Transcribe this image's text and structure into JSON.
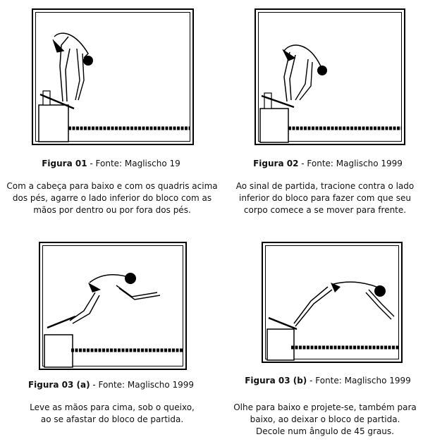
{
  "figures": [
    {
      "label": "Figura 01",
      "source": " - Fonte: Maglischo 19",
      "description": [
        "Com a cabeça para baixo e com os quadris acima",
        "dos pés, agarre o lado inferior do bloco com as",
        "mãos por dentro  ou por fora dos pés."
      ]
    },
    {
      "label": "Figura 02",
      "source": " - Fonte: Maglischo 1999",
      "description": [
        "Ao sinal de partida, tracione contra o lado",
        "inferior do bloco para fazer com que seu",
        "corpo comece a se mover para frente."
      ]
    },
    {
      "label": "Figura 03 (a)",
      "source": " - Fonte: Maglischo 1999",
      "description": [
        "Leve as mãos para cima, sob o queixo,",
        "ao se afastar do bloco de partida."
      ]
    },
    {
      "label": "Figura 03 (b)",
      "source": " - Fonte: Maglischo 1999",
      "description": [
        "Olhe para baixo e projete-se, também para",
        "baixo, ao deixar o bloco de partida.",
        "Decole num ângulo de 45 graus."
      ]
    }
  ]
}
